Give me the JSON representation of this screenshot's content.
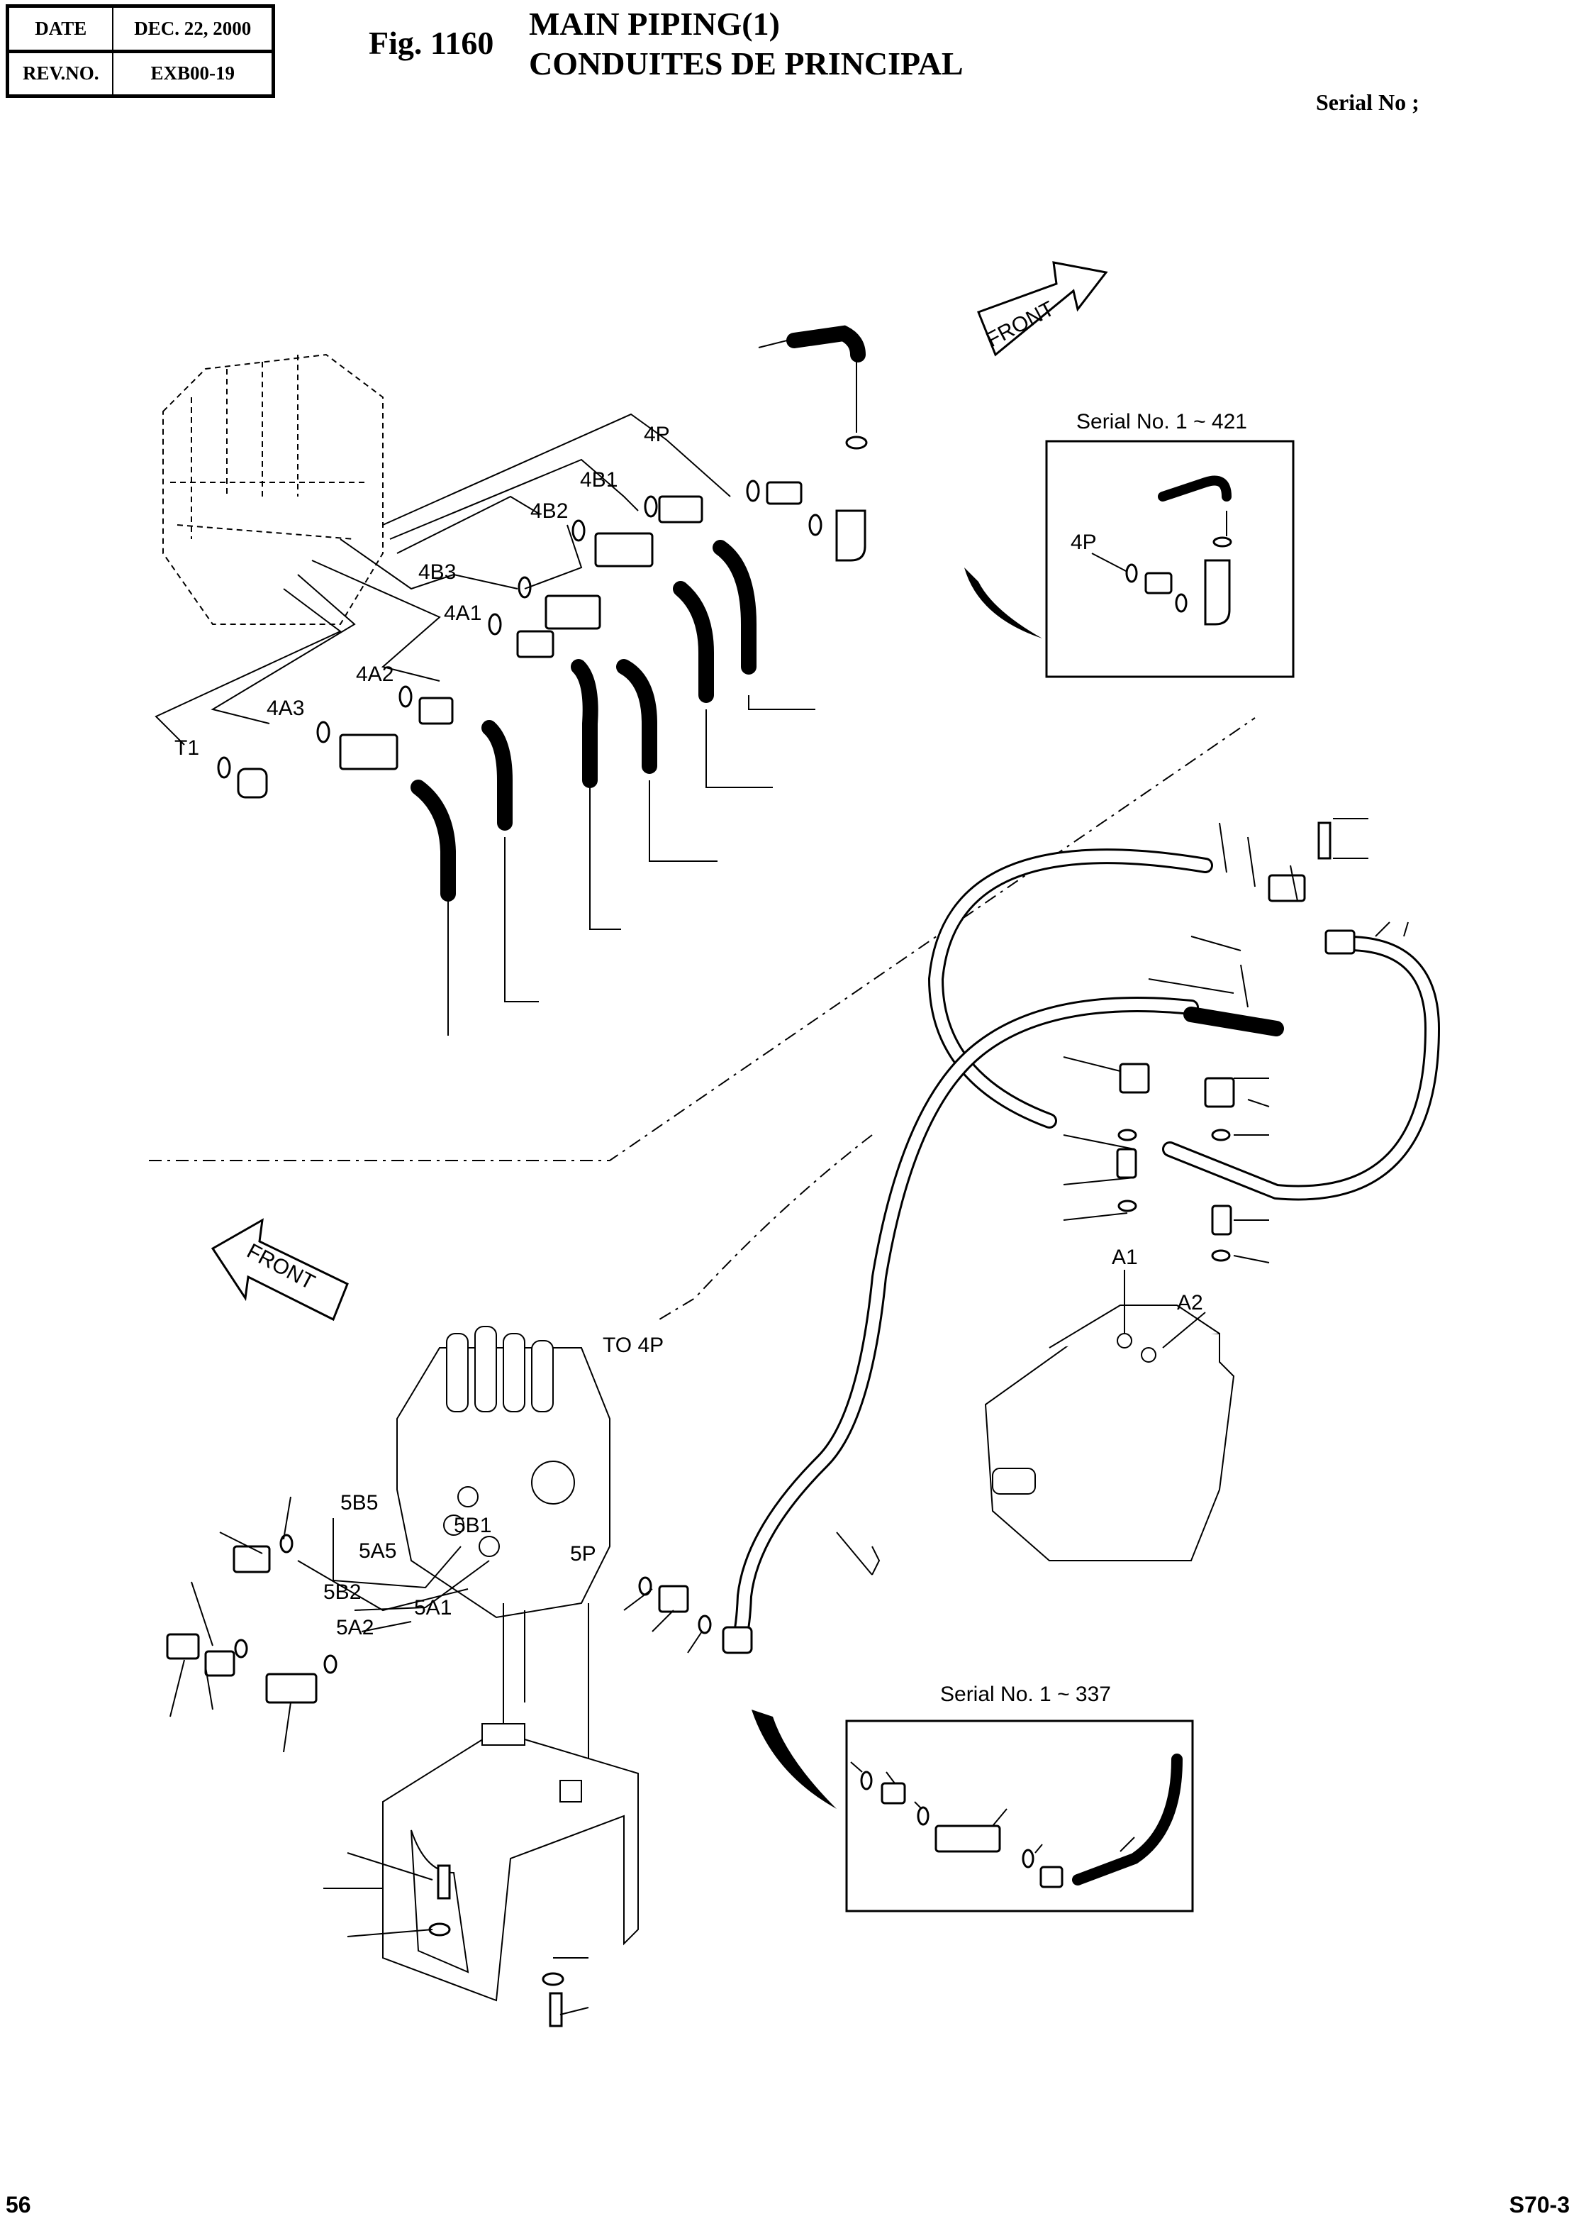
{
  "header": {
    "date_label": "DATE",
    "date_value": "DEC. 22, 2000",
    "rev_label": "REV.NO.",
    "rev_value": "EXB00-19",
    "figure": "Fig. 1160",
    "title_en": "MAIN PIPING(1)",
    "title_fr": "CONDUITES DE PRINCIPAL",
    "serial_label": "Serial No ;"
  },
  "diagram": {
    "front_upper": "FRONT",
    "front_lower": "FRONT",
    "labels_upper": [
      "4P",
      "4B1",
      "4B2",
      "4B3",
      "4A1",
      "4A2",
      "4A3",
      "T1"
    ],
    "inset_upper": {
      "title": "Serial No. 1 ~ 421",
      "port": "4P"
    },
    "pump_ports": [
      "A1",
      "A2"
    ],
    "to_label": "TO 4P",
    "labels_lower": [
      "5B5",
      "5A5",
      "5B1",
      "5P",
      "5B2",
      "5A2",
      "5A1"
    ],
    "inset_lower": {
      "title": "Serial No. 1 ~ 337"
    }
  },
  "footer": {
    "page": "56",
    "model": "S70-3"
  }
}
